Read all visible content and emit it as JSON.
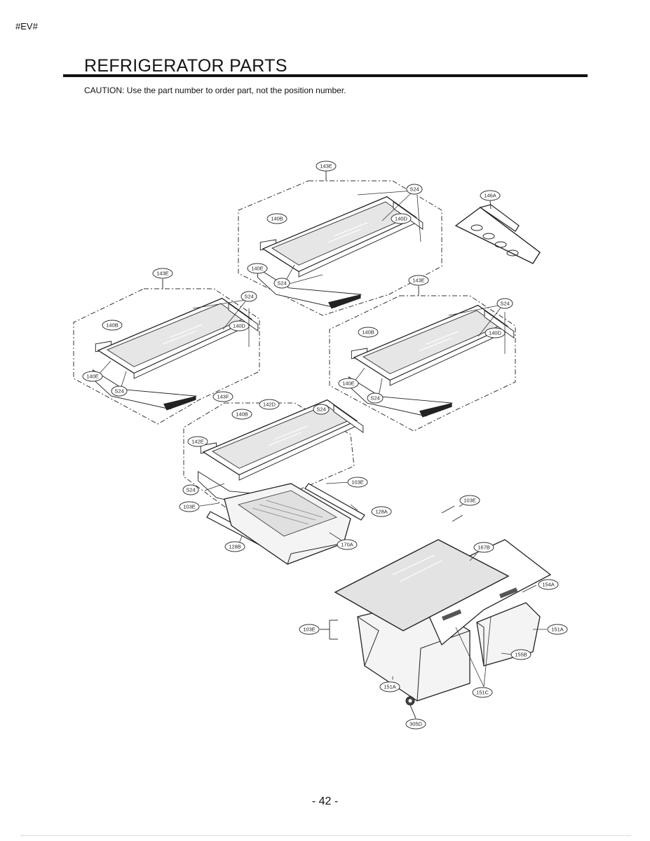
{
  "header": {
    "tag": "#EV#",
    "title": "REFRIGERATOR PARTS",
    "caution": "CAUTION: Use the part number to order part, not the position number."
  },
  "footer": {
    "page": "- 42 -"
  },
  "labels": {
    "p143E": "143E",
    "p146A": "146A",
    "p140B": "140B",
    "p140D": "140D",
    "p140E": "140E",
    "pS24": "S24",
    "p143F": "143F",
    "p142D": "142D",
    "p142E": "142E",
    "p103E": "103E",
    "p128A": "128A",
    "p128B": "128B",
    "p170A": "170A",
    "p167B": "167B",
    "p154A": "154A",
    "p151A": "151A",
    "p155B": "155B",
    "p151C": "151C",
    "p305D": "305D"
  }
}
